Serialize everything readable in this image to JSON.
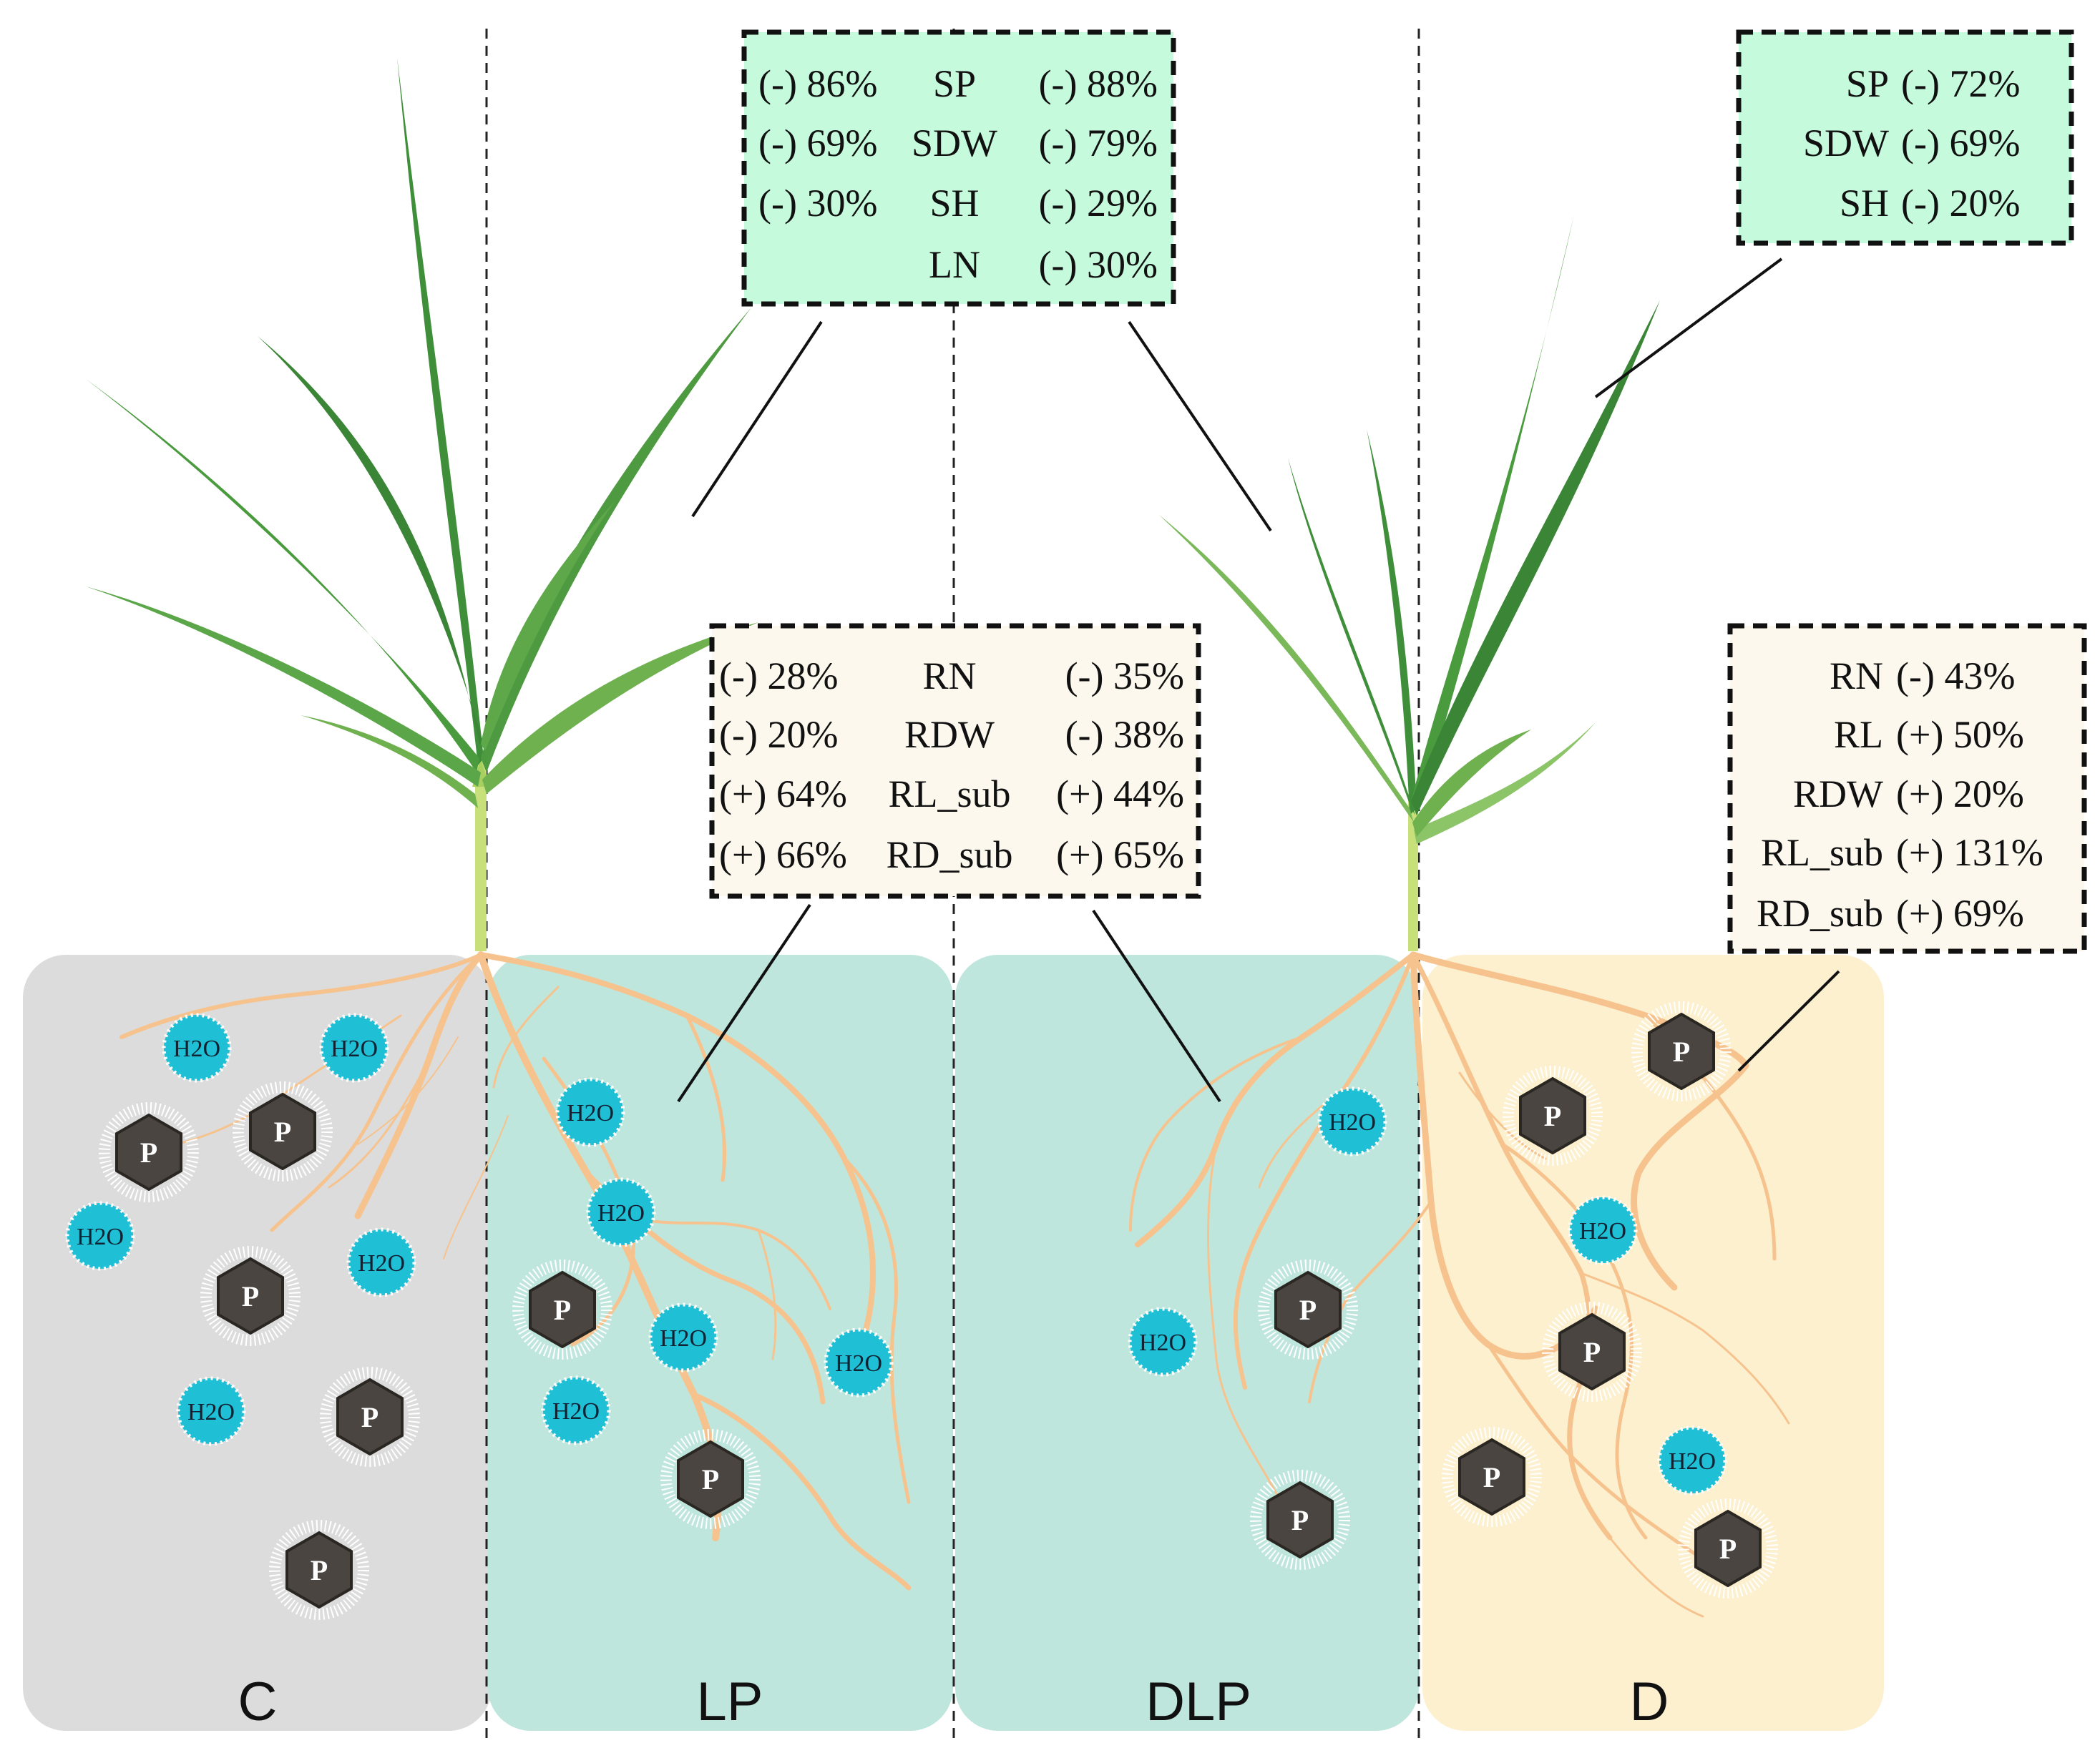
{
  "colors": {
    "control_bg": "#dcdcdc",
    "lp_bg": "#bfe6dc",
    "dlp_bg": "#bfe6dc",
    "drought_bg": "#fdf0cf",
    "shoot_box_bg": "#c5fadc",
    "root_box_bg": "#fdf8ee",
    "root_color": "#f6c38e",
    "leaf_dark": "#3f8f3a",
    "leaf_light": "#6fb04f",
    "water_icon": "#1fc0d6",
    "phosphate_icon": "#4a4540"
  },
  "treatments": [
    {
      "id": "C",
      "label": "C"
    },
    {
      "id": "LP",
      "label": "LP"
    },
    {
      "id": "DLP",
      "label": "DLP"
    },
    {
      "id": "D",
      "label": "D"
    }
  ],
  "icons": {
    "water_label": "H2O",
    "phosphate_label": "P"
  },
  "shoot_box_lp_dlp": {
    "rows": [
      {
        "left": "(-) 86%",
        "trait": "SP",
        "right": "(-) 88%"
      },
      {
        "left": "(-) 69%",
        "trait": "SDW",
        "right": "(-) 79%"
      },
      {
        "left": "(-) 30%",
        "trait": "SH",
        "right": "(-) 29%"
      },
      {
        "left": "",
        "trait": "LN",
        "right": "(-) 30%"
      }
    ]
  },
  "shoot_box_d": {
    "rows": [
      {
        "trait": "SP",
        "value": "(-) 72%"
      },
      {
        "trait": "SDW",
        "value": "(-) 69%"
      },
      {
        "trait": "SH",
        "value": "(-) 20%"
      }
    ]
  },
  "root_box_lp_dlp": {
    "rows": [
      {
        "left": "(-) 28%",
        "trait": "RN",
        "right": "(-) 35%"
      },
      {
        "left": "(-) 20%",
        "trait": "RDW",
        "right": "(-) 38%"
      },
      {
        "left": "(+) 64%",
        "trait": "RL_sub",
        "right": "(+) 44%"
      },
      {
        "left": "(+) 66%",
        "trait": "RD_sub",
        "right": "(+) 65%"
      }
    ]
  },
  "root_box_d": {
    "rows": [
      {
        "trait": "RN",
        "value": "(-) 43%"
      },
      {
        "trait": "RL",
        "value": "(+) 50%"
      },
      {
        "trait": "RDW",
        "value": "(+) 20%"
      },
      {
        "trait": "RL_sub",
        "value": "(+) 131%"
      },
      {
        "trait": "RD_sub",
        "value": "(+) 69%"
      }
    ]
  }
}
